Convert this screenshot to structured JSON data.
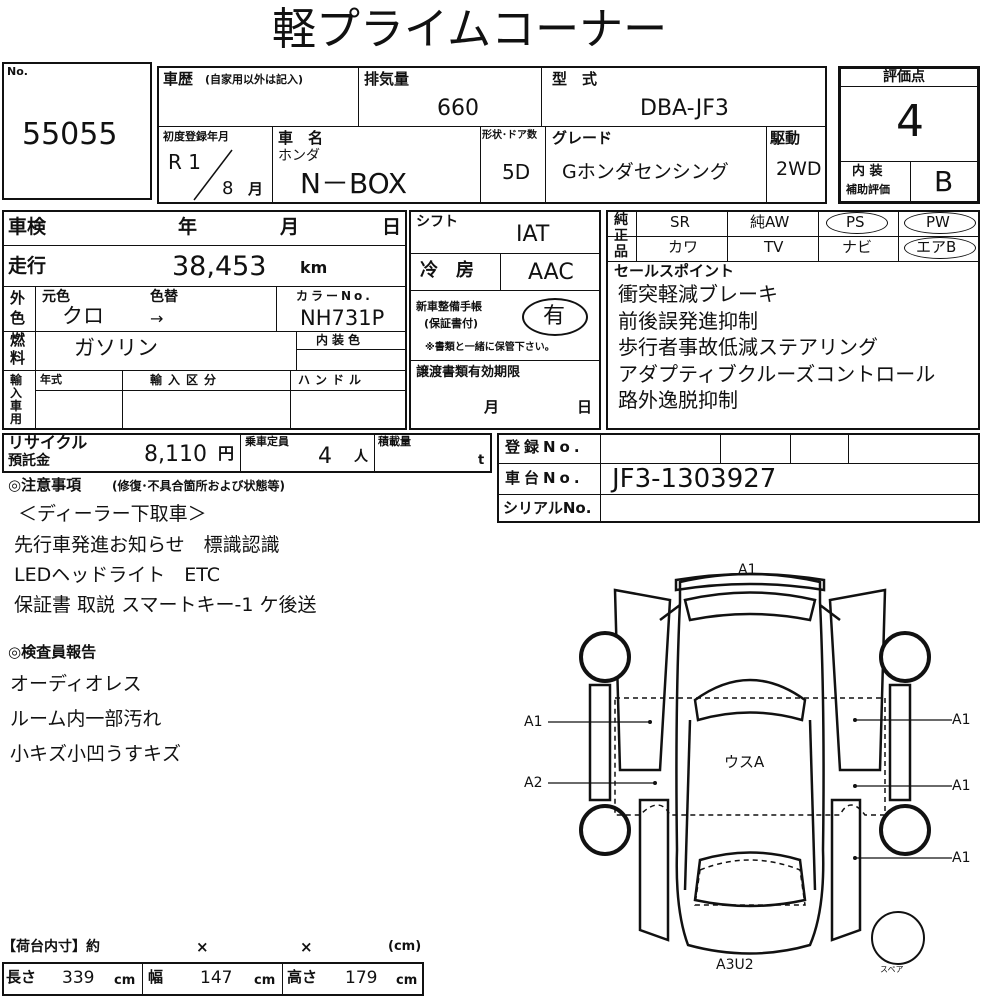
{
  "header": {
    "title": "軽プライムコーナー"
  },
  "lot": {
    "no_label": "No.",
    "number": "55055"
  },
  "history": {
    "label": "車歴",
    "note": "(自家用以外は記入)"
  },
  "displacement": {
    "label": "排気量",
    "value": "660"
  },
  "model": {
    "label": "型　式",
    "value": "DBA-JF3"
  },
  "score": {
    "label": "評価点",
    "value": "4",
    "interior_label_1": "内 装",
    "interior_label_2": "補助評価",
    "interior_value": "B"
  },
  "first_reg": {
    "label": "初度登録年月",
    "era": "R 1",
    "month": "8",
    "month_unit": "月"
  },
  "car_name": {
    "label": "車　名",
    "maker": "ホンダ",
    "name": "N－BOX"
  },
  "doors": {
    "label": "形状･ドア数",
    "value": "5D"
  },
  "grade": {
    "label": "グレード",
    "value": "Gホンダセンシング"
  },
  "drive": {
    "label": "駆動",
    "value": "2WD"
  },
  "inspection": {
    "label": "車検",
    "year": "年",
    "month": "月",
    "day": "日"
  },
  "mileage": {
    "label": "走行",
    "value": "38,453",
    "unit": "km"
  },
  "color": {
    "outer_1": "外",
    "outer_2": "色",
    "orig_label": "元色",
    "change_label": "色替",
    "orig": "クロ",
    "arrow": "→",
    "code_label": "カラーNo.",
    "code": "NH731P",
    "interior_label": "内装色"
  },
  "fuel": {
    "label_1": "燃",
    "label_2": "料",
    "value": "ガソリン"
  },
  "import": {
    "label": "輸入車用",
    "year_label": "年式",
    "type_label": "輸入区分",
    "handle_label": "ハンドル"
  },
  "recycle": {
    "label_1": "リサイクル",
    "label_2": "預託金",
    "value": "8,110",
    "unit": "円"
  },
  "capacity": {
    "label": "乗車定員",
    "value": "4",
    "unit": "人"
  },
  "load": {
    "label": "積載量",
    "unit": "t"
  },
  "shift": {
    "label": "シフト",
    "value": "IAT"
  },
  "ac": {
    "label": "冷　房",
    "value": "AAC"
  },
  "manual": {
    "label_1": "新車整備手帳",
    "label_2": "(保証書付)",
    "value": "有",
    "note": "※書類と一緒に保管下さい。"
  },
  "transfer": {
    "label": "譲渡書類有効期限",
    "month": "月",
    "day": "日"
  },
  "options": {
    "label": "純正品",
    "items": [
      "SR",
      "純AW",
      "PS",
      "PW",
      "カワ",
      "TV",
      "ナビ",
      "エアB"
    ]
  },
  "selling": {
    "label": "セールスポイント",
    "points": [
      "衝突軽減ブレーキ",
      "前後誤発進抑制",
      "歩行者事故低減ステアリング",
      "アダプティブクルーズコントロール",
      "路外逸脱抑制"
    ]
  },
  "reg_no": {
    "label": "登録No."
  },
  "chassis": {
    "label": "車台No.",
    "value": "JF3-1303927"
  },
  "serial": {
    "label": "シリアルNo."
  },
  "notes": {
    "label": "◎注意事項",
    "sub": "(修復･不具合箇所および状態等)",
    "lines": [
      "＜ディーラー下取車＞",
      "先行車発進お知らせ　標識認識",
      "LEDヘッドライト　ETC",
      "保証書 取説 スマートキー-1 ケ後送"
    ]
  },
  "inspector": {
    "label": "◎検査員報告",
    "lines": [
      "オーディオレス",
      "ルーム内一部汚れ",
      "小キズ小凹うすキズ"
    ]
  },
  "cargo": {
    "label": "【荷台内寸】約",
    "x1": "×",
    "x2": "×",
    "unit": "(cm)",
    "length_label": "長さ",
    "length": "339",
    "width_label": "幅",
    "width": "147",
    "height_label": "高さ",
    "height": "179",
    "cm": "cm"
  },
  "diagram": {
    "top": "A1",
    "left1": "A1",
    "left2": "A2",
    "right1": "A1",
    "right2": "A1",
    "right3": "A1",
    "center": "ウスA",
    "bottom": "A3U2",
    "spare": "スペア"
  }
}
